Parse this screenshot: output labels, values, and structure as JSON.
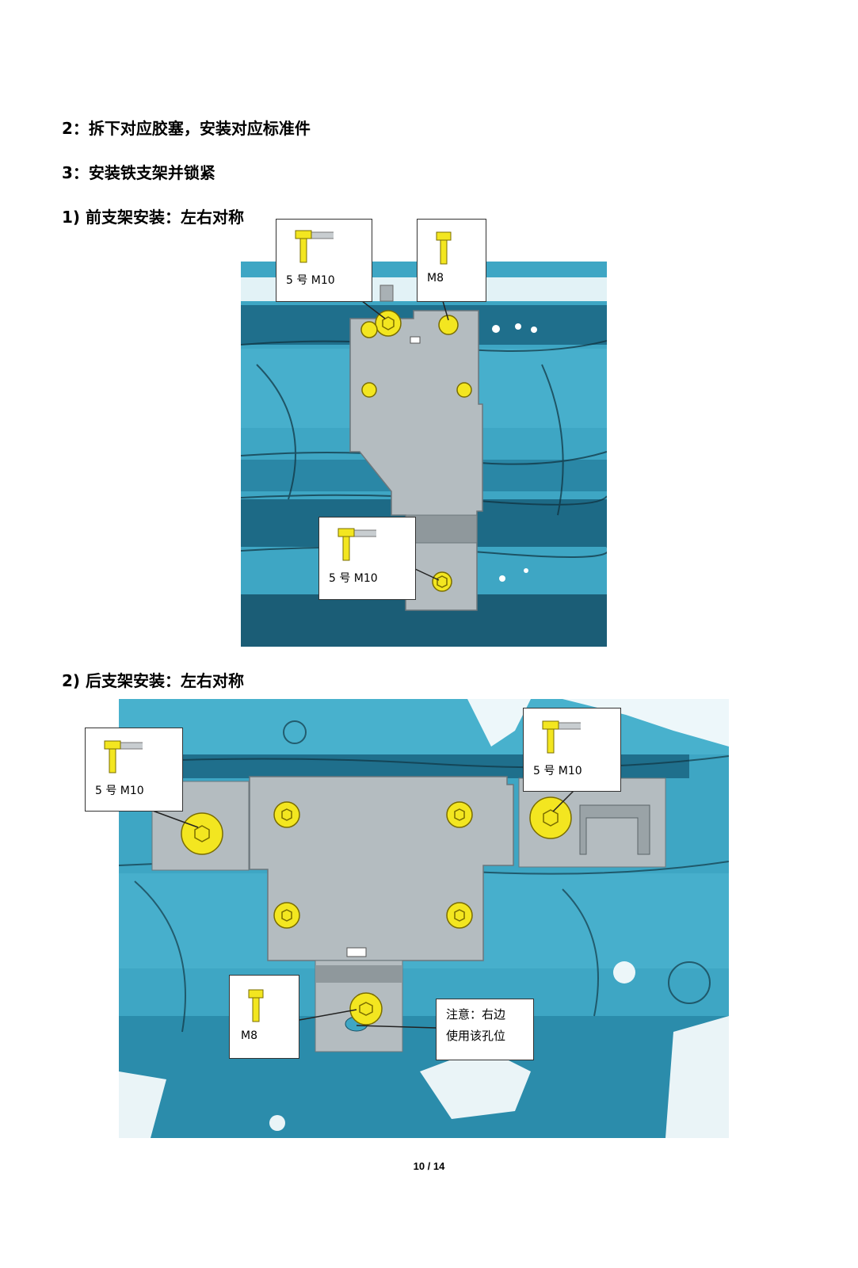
{
  "headings": {
    "step2": "2：拆下对应胶塞，安装对应标准件",
    "step3": "3：安装铁支架并锁紧",
    "front": "1)  前支架安装：左右对称",
    "rear": "2)  后支架安装：左右对称"
  },
  "front_figure": {
    "callouts": [
      "5 号 M10",
      "M8",
      "5 号 M10"
    ]
  },
  "rear_figure": {
    "callouts": [
      "5 号 M10",
      "5 号 M10",
      "M8"
    ],
    "note_line1": "注意：右边",
    "note_line2": "使用该孔位"
  },
  "colors": {
    "body_blue": "#3ea6c4",
    "dark_blue": "#17526a",
    "bracket": "#b4bcc0",
    "bolt": "#f3e620"
  },
  "footer": {
    "page": "10 / 14"
  }
}
